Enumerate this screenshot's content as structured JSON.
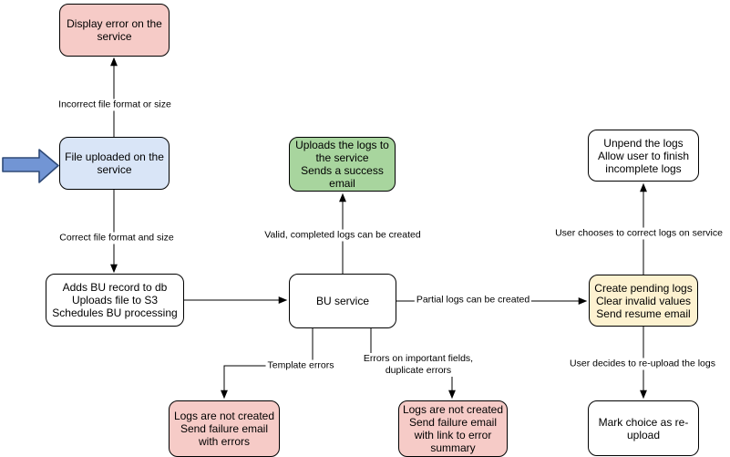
{
  "diagram": {
    "colors": {
      "pink_fill": "#f6cbc7",
      "blue_fill": "#d9e5f7",
      "green_fill": "#a8d59e",
      "yellow_fill": "#fdf2d0",
      "white_fill": "#ffffff",
      "entry_arrow_fill": "#7295d4",
      "entry_arrow_stroke": "#2f4a77",
      "line_color": "#000000"
    },
    "nodes": {
      "display_error": {
        "label": "Display error on the\nservice",
        "fill": "#f6cbc7"
      },
      "file_uploaded": {
        "label": "File uploaded on the\nservice",
        "fill": "#d9e5f7"
      },
      "adds_bu_record": {
        "label": "Adds BU record to db\nUploads file to S3\nSchedules BU processing",
        "fill": "#ffffff"
      },
      "bu_service": {
        "label": "BU service",
        "fill": "#ffffff"
      },
      "uploads_logs": {
        "label": "Uploads the logs to\nthe service\nSends a success\nemail",
        "fill": "#a8d59e"
      },
      "create_pending": {
        "label": "Create pending logs\nClear invalid values\nSend resume email",
        "fill": "#fdf2d0"
      },
      "unpend_logs": {
        "label": "Unpend the logs\nAllow user to finish\nincomplete logs",
        "fill": "#ffffff"
      },
      "mark_choice": {
        "label": "Mark choice as re-\nupload",
        "fill": "#ffffff"
      },
      "logs_not_created_errors": {
        "label": "Logs are not created\nSend failure email\nwith errors",
        "fill": "#f6cbc7"
      },
      "logs_not_created_summary": {
        "label": "Logs are not created\nSend failure email\nwith link to error\nsummary",
        "fill": "#f6cbc7"
      }
    },
    "edge_labels": {
      "incorrect_format": "Incorrect file format or size",
      "correct_format": "Correct file format and size",
      "valid_completed": "Valid, completed logs can be created",
      "partial_logs": "Partial logs can be created",
      "user_chooses": "User chooses to correct logs on service",
      "user_decides": "User decides to re-upload the logs",
      "template_errors": "Template errors",
      "important_fields": "Errors on important fields,\nduplicate errors"
    }
  }
}
